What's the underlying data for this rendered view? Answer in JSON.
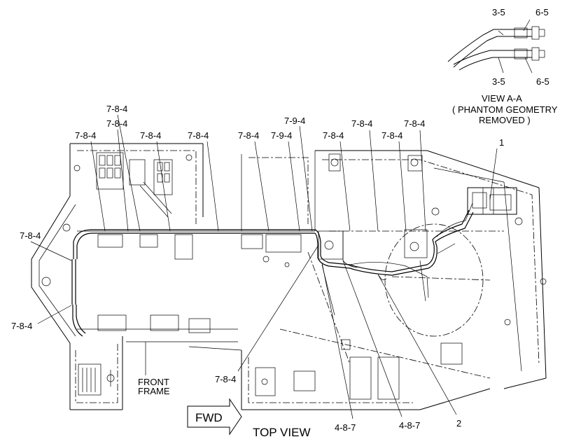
{
  "labels": {
    "top_left_a": "7-8-4",
    "top_left_b": "7-8-4",
    "top_left_c": "7-8-4",
    "top_d": "7-8-4",
    "top_e": "7-8-4",
    "top_f": "7-8-4",
    "top_g": "7-9-4",
    "top_h": "7-9-4",
    "top_i": "7-8-4",
    "top_j": "7-8-4",
    "top_k": "7-8-4",
    "top_l": "7-8-4",
    "left_upper": "7-8-4",
    "left_lower": "7-8-4",
    "bottom_mid": "7-8-4",
    "bottom_487_a": "4-8-7",
    "bottom_487_b": "4-8-7",
    "callout_1": "1",
    "callout_2": "2",
    "view_35_top": "3-5",
    "view_65_top": "6-5",
    "view_35_bottom": "3-5",
    "view_65_bottom": "6-5"
  },
  "view_title": "VIEW  A-A",
  "view_note_line1": "( PHANTOM GEOMETRY",
  "view_note_line2": "REMOVED )",
  "front_frame_line1": "FRONT",
  "front_frame_line2": "FRAME",
  "fwd_arrow": "FWD",
  "top_view": "TOP VIEW"
}
